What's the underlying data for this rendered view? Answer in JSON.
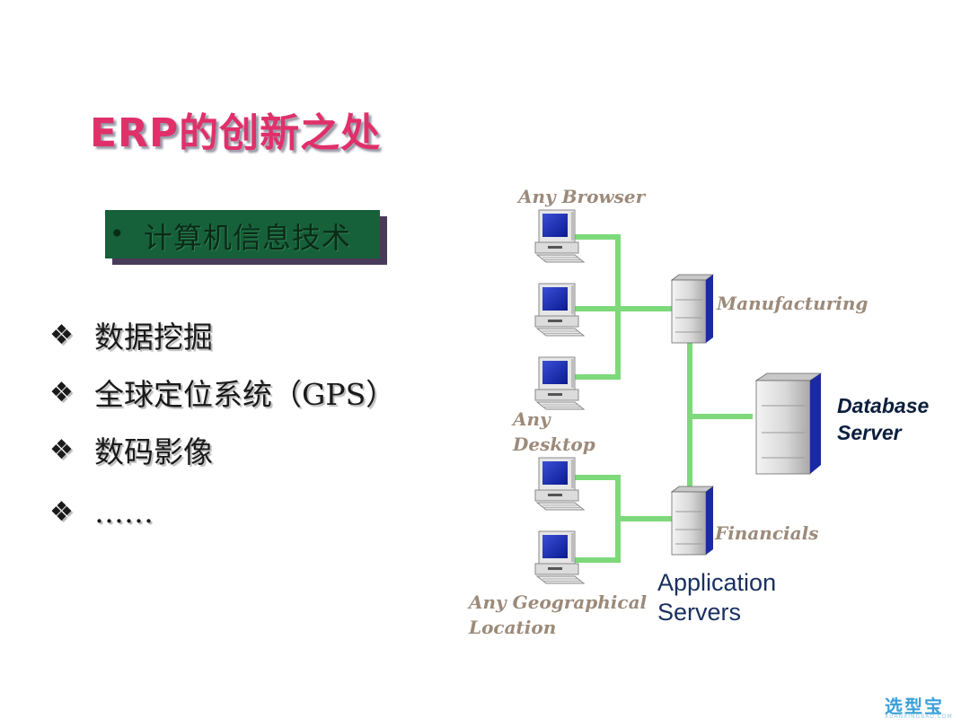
{
  "slide": {
    "title": "ERP的创新之处",
    "banner_bullet": "•",
    "banner_text": "计算机信息技术",
    "bullet_glyph": "❖",
    "bullets": [
      "数据挖掘",
      "全球定位系统（GPS）",
      "数码影像",
      "……"
    ]
  },
  "diagram": {
    "labels": {
      "any_browser": "Any Browser",
      "manufacturing": "Manufacturing",
      "any_desktop_1": "Any",
      "any_desktop_2": "Desktop",
      "database_server_1": "Database",
      "database_server_2": "Server",
      "financials": "Financials",
      "application_servers_1": "Application",
      "application_servers_2": "Servers",
      "any_geo_1": "Any Geographical",
      "any_geo_2": "Location"
    },
    "colors": {
      "connector": "#7dd97a",
      "label_italic": "#9c8a7a",
      "banner": "#16603a",
      "title": "#e0306a"
    }
  },
  "watermark": {
    "brand": "选型宝",
    "sub": "XUANXINGBAO.COM"
  }
}
